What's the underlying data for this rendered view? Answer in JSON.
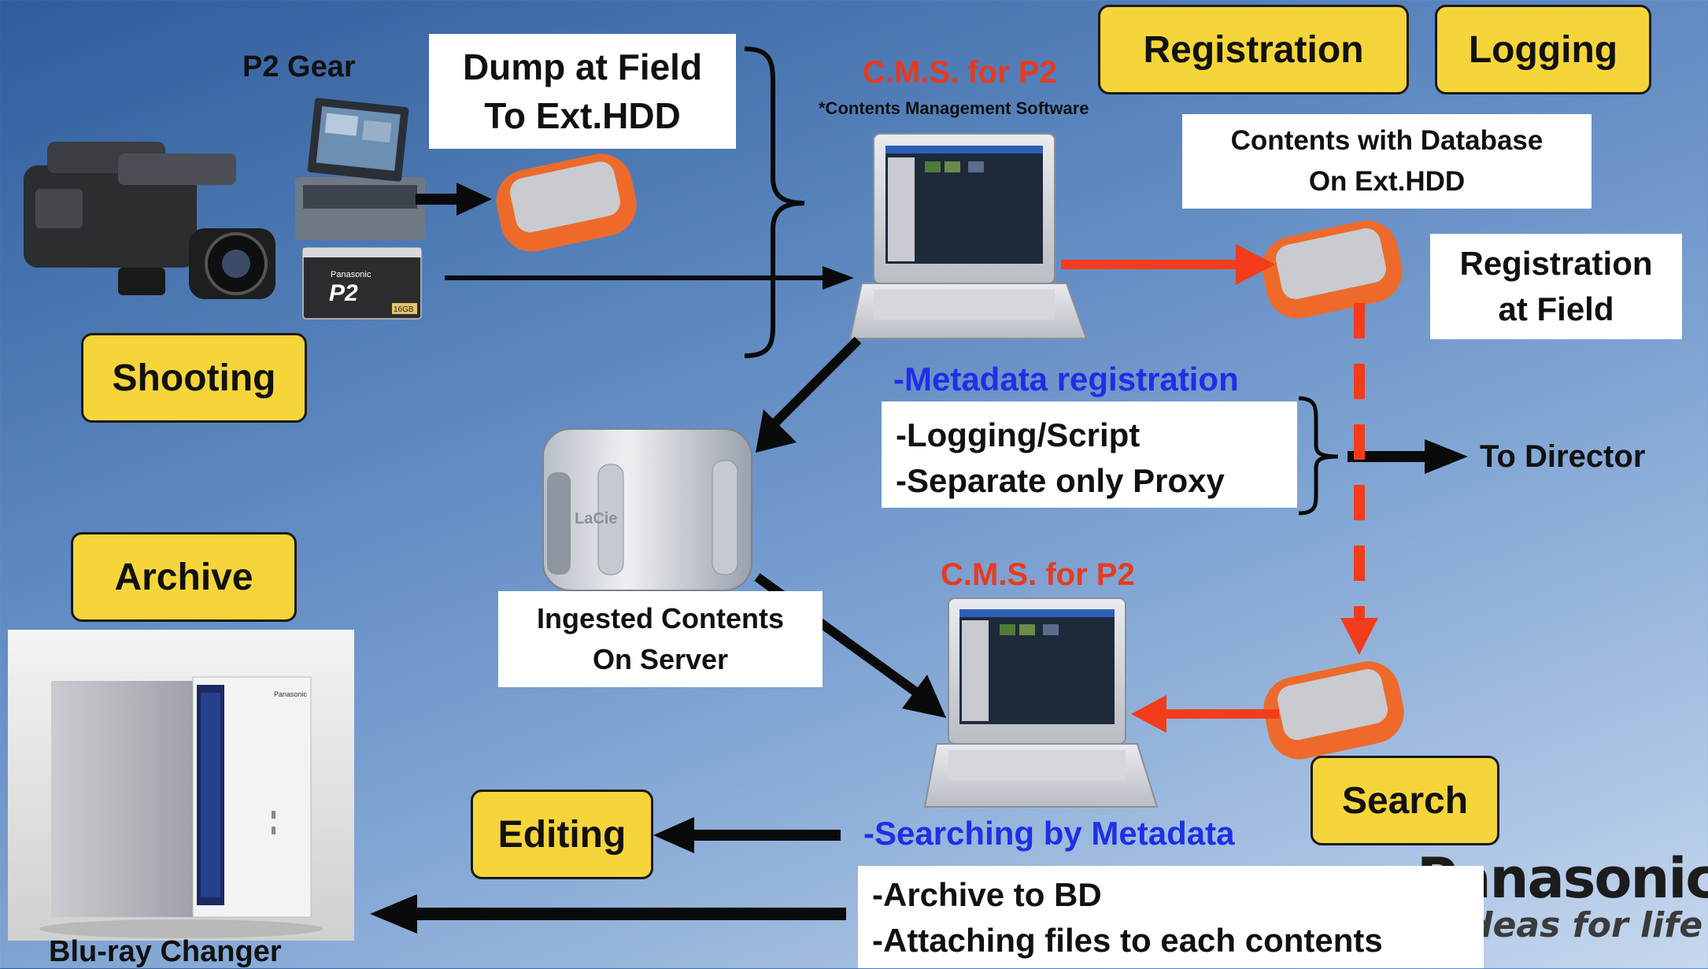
{
  "labels": {
    "p2_gear": "P2 Gear",
    "cms_top": "C.M.S. for P2",
    "cms_top_note": "*Contents Management Software",
    "cms_bottom": "C.M.S. for P2",
    "metadata_registration": "-Metadata registration",
    "to_director": "To Director",
    "searching_by_metadata": "-Searching by Metadata",
    "bluray_changer": "Blu-ray Changer"
  },
  "yellow_boxes": {
    "registration": "Registration",
    "logging": "Logging",
    "shooting": "Shooting",
    "archive": "Archive",
    "editing": "Editing",
    "search": "Search"
  },
  "white_boxes": {
    "dump_line1": "Dump at Field",
    "dump_line2": "To Ext.HDD",
    "db_line1": "Contents with Database",
    "db_line2": "On Ext.HDD",
    "regfield_line1": "Registration",
    "regfield_line2": "at Field",
    "meta_line1": "-Logging/Script",
    "meta_line2": "-Separate only Proxy",
    "ingest_line1": "Ingested Contents",
    "ingest_line2": "On Server",
    "archive_line1": "-Archive to BD",
    "archive_line2": "-Attaching files to each contents"
  },
  "brand": {
    "name": "Panasonic",
    "tagline": "ideas for life"
  },
  "device_text": {
    "card_brand": "Panasonic",
    "card_logo": "P2",
    "card_size": "16GB",
    "server_logo": "LaCie",
    "changer_brand": "Panasonic"
  },
  "colors": {
    "yellow": "#f5d53a",
    "red_arrow": "#f23c1c",
    "red_text": "#e63b1f",
    "blue_text": "#1f2fe6",
    "black_arrow": "#0a0a0a",
    "hdd_orange": "#ee6a2b"
  }
}
